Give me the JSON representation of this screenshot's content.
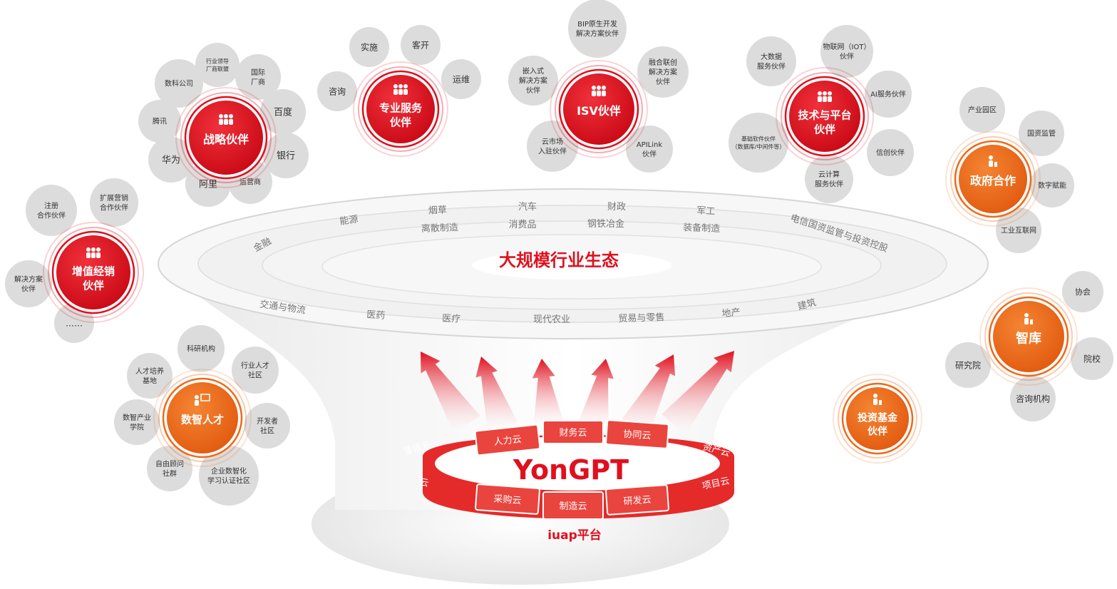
{
  "colors": {
    "red": "#e0101e",
    "orange": "#ee6a1a",
    "satellite": "#dcdcdc",
    "segment": "#e9453e"
  },
  "icons": {
    "hub_people": "people-group-icon",
    "hub_person": "person-icon",
    "hub_presenter": "presenter-icon"
  },
  "center": {
    "ecosystem_title": "大规模行业生态",
    "yongpt": "YonGPT",
    "platform": "iuap平台",
    "industries_top": [
      "金融",
      "能源",
      "烟草",
      "汽车",
      "财政",
      "军工",
      "电信国资监管与投资控股"
    ],
    "industries_middle": [
      "离散制造",
      "消费品",
      "钢铁冶金",
      "装备制造"
    ],
    "industries_bottom": [
      "交通与物流",
      "医药",
      "医疗",
      "现代农业",
      "贸易与零售",
      "地产",
      "建筑"
    ],
    "clouds_front": [
      "采购云",
      "制造云",
      "研发云"
    ],
    "clouds_back": [
      "人力云",
      "财务云",
      "协同云"
    ],
    "clouds_partial": [
      "营销云",
      "云",
      "资产云",
      "项目云"
    ]
  },
  "hubs": [
    {
      "id": "strategic",
      "title": [
        "战略伙伴"
      ],
      "icon": "people-group-icon",
      "satellites": [
        [
          "数科公司"
        ],
        [
          "行业领导",
          "厂商联盟"
        ],
        [
          "国际",
          "厂商"
        ],
        [
          "百度"
        ],
        [
          "银行"
        ],
        [
          "运营商"
        ],
        [
          "阿里"
        ],
        [
          "华为"
        ],
        [
          "腾讯"
        ]
      ]
    },
    {
      "id": "professional",
      "title": [
        "专业服务",
        "伙伴"
      ],
      "icon": "people-group-icon",
      "satellites": [
        [
          "实施"
        ],
        [
          "客开"
        ],
        [
          "运维"
        ],
        [
          "咨询"
        ]
      ]
    },
    {
      "id": "isv",
      "title": [
        "ISV伙伴"
      ],
      "icon": "people-group-icon",
      "satellites": [
        [
          "BIP原生开发",
          "解决方案伙伴"
        ],
        [
          "融合联创",
          "解决方案",
          "伙伴"
        ],
        [
          "APILink",
          "伙伴"
        ],
        [
          "云市场",
          "入驻伙伴"
        ],
        [
          "嵌入式",
          "解决方案",
          "伙伴"
        ]
      ]
    },
    {
      "id": "tech",
      "title": [
        "技术与平台",
        "伙伴"
      ],
      "icon": "people-group-icon",
      "satellites": [
        [
          "大数据",
          "服务伙伴"
        ],
        [
          "物联网（IOT）",
          "伙伴"
        ],
        [
          "AI服务伙伴"
        ],
        [
          "信创伙伴"
        ],
        [
          "云计算",
          "服务伙伴"
        ],
        [
          "基础软件伙伴",
          "（数据库/中间件等）"
        ]
      ]
    },
    {
      "id": "government",
      "title": [
        "政府合作"
      ],
      "icon": "person-icon",
      "satellites": [
        [
          "产业园区"
        ],
        [
          "国资监管"
        ],
        [
          "数字赋能"
        ],
        [
          "工业互联网"
        ]
      ]
    },
    {
      "id": "value",
      "title": [
        "增值经销",
        "伙伴"
      ],
      "icon": "people-group-icon",
      "satellites": [
        [
          "注册",
          "合作伙伴"
        ],
        [
          "扩展营销",
          "合作伙伴"
        ],
        [
          "解决方案",
          "伙伴"
        ],
        [
          "……"
        ]
      ]
    },
    {
      "id": "thinktank",
      "title": [
        "智库"
      ],
      "icon": "person-icon",
      "satellites": [
        [
          "协会"
        ],
        [
          "院校"
        ],
        [
          "咨询机构"
        ],
        [
          "研究院"
        ]
      ]
    },
    {
      "id": "talent",
      "title": [
        "数智人才"
      ],
      "icon": "presenter-icon",
      "satellites": [
        [
          "科研机构"
        ],
        [
          "行业人才",
          "社区"
        ],
        [
          "开发者",
          "社区"
        ],
        [
          "企业数智化",
          "学习认证社区"
        ],
        [
          "自由顾问",
          "社群"
        ],
        [
          "数智产业",
          "学院"
        ],
        [
          "人才培养",
          "基地"
        ]
      ]
    },
    {
      "id": "fund",
      "title": [
        "投资基金",
        "伙伴"
      ],
      "icon": "person-icon",
      "satellites": []
    }
  ]
}
